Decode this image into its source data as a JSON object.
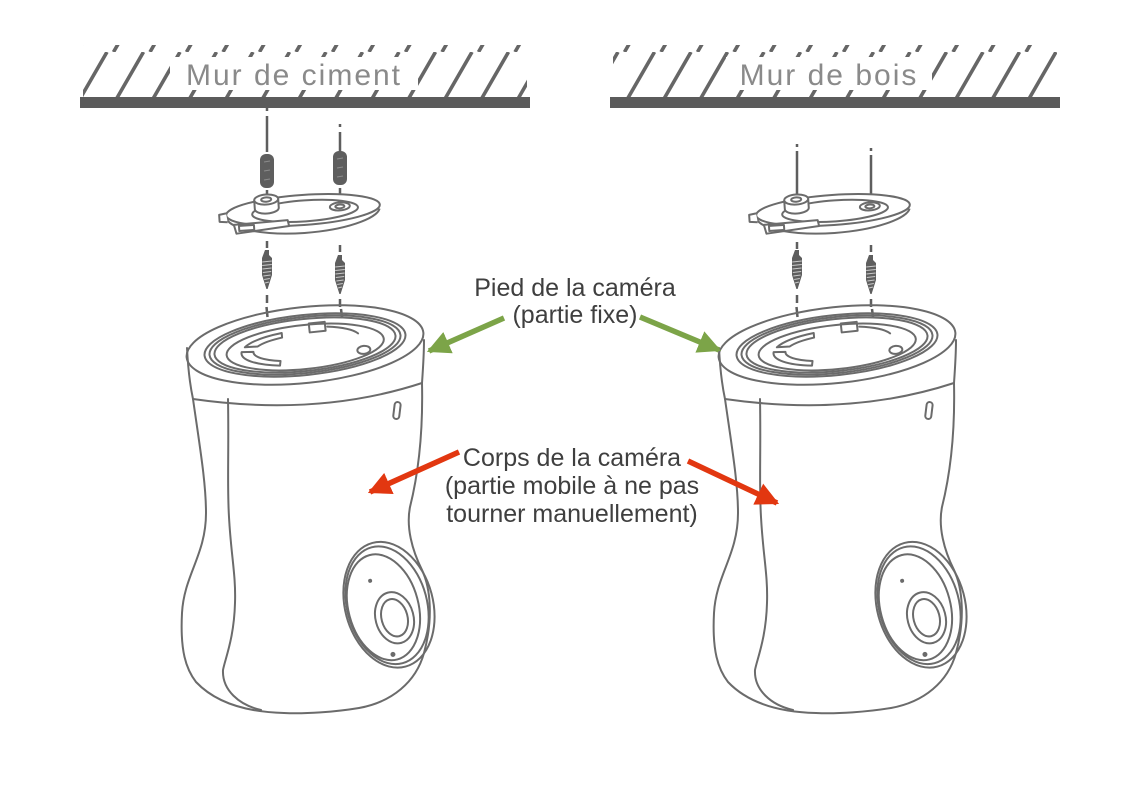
{
  "diagram": {
    "title_semantic": "camera-wall-mounting-instructions",
    "left_panel": {
      "wall_label": "Mur de ciment"
    },
    "right_panel": {
      "wall_label": "Mur de bois"
    },
    "annotations": {
      "base": {
        "line1": "Pied de la caméra",
        "line2": "(partie fixe)"
      },
      "body": {
        "line1": "Corps de la caméra",
        "line2": "(partie mobile à ne pas",
        "line3": "tourner manuellement)"
      }
    },
    "colors": {
      "base_arrow_green": "#7CA448",
      "body_arrow_red": "#E23710",
      "line_art_gray": "#6B6B6B",
      "wall_fill_gray": "#5B5B5B",
      "wall_label_gray": "#8A8A8A",
      "annotation_text_gray": "#3F3F3F"
    }
  }
}
